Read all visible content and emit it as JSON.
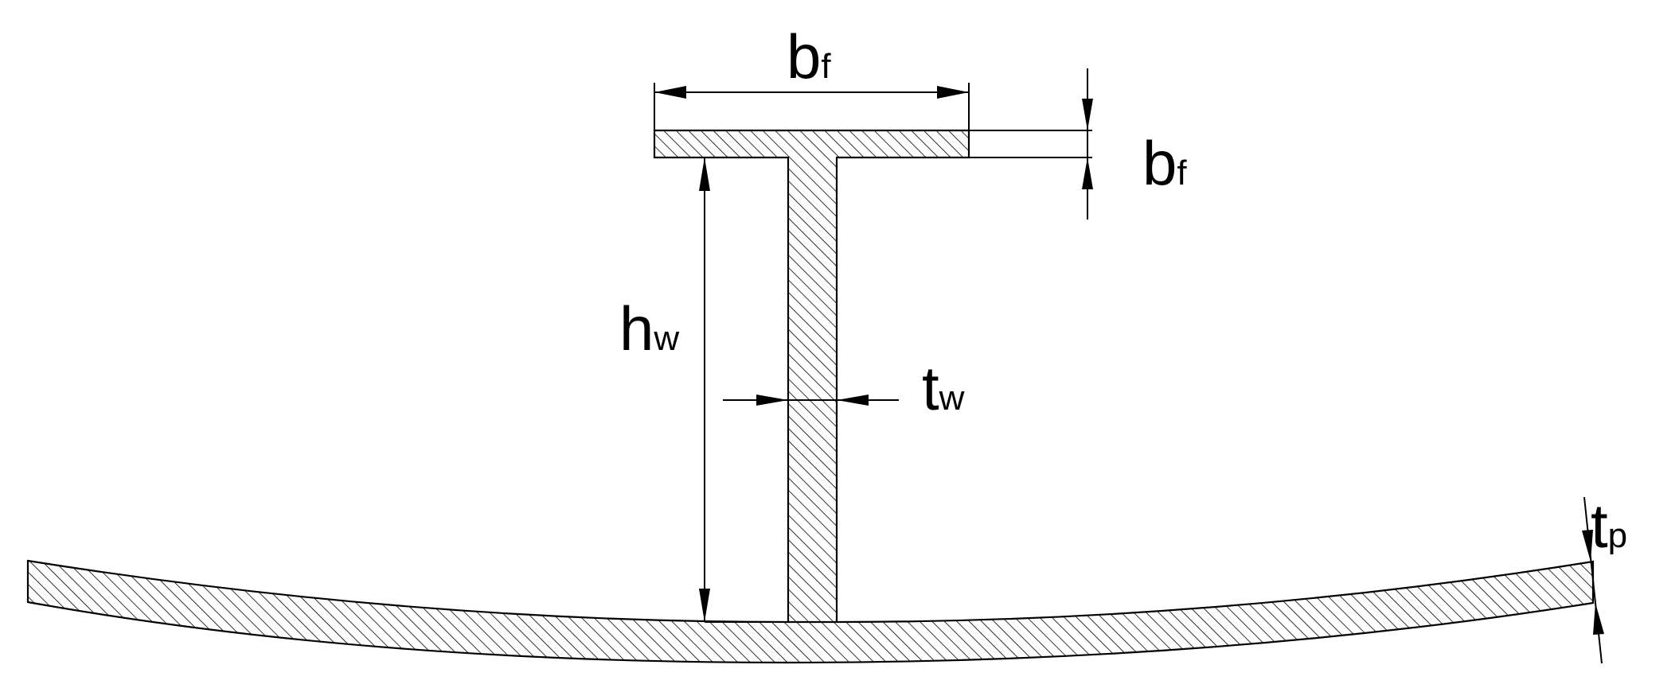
{
  "labels": {
    "flange_width": {
      "main": "b",
      "sub": "f"
    },
    "flange_thickness": {
      "main": "b",
      "sub": "f"
    },
    "web_height": {
      "main": "h",
      "sub": "w"
    },
    "web_thickness": {
      "main": "t",
      "sub": "w"
    },
    "plate_thickness": {
      "main": "t",
      "sub": "p"
    }
  },
  "colors": {
    "line": "#000000",
    "hatch": "#000000",
    "background": "#ffffff"
  }
}
